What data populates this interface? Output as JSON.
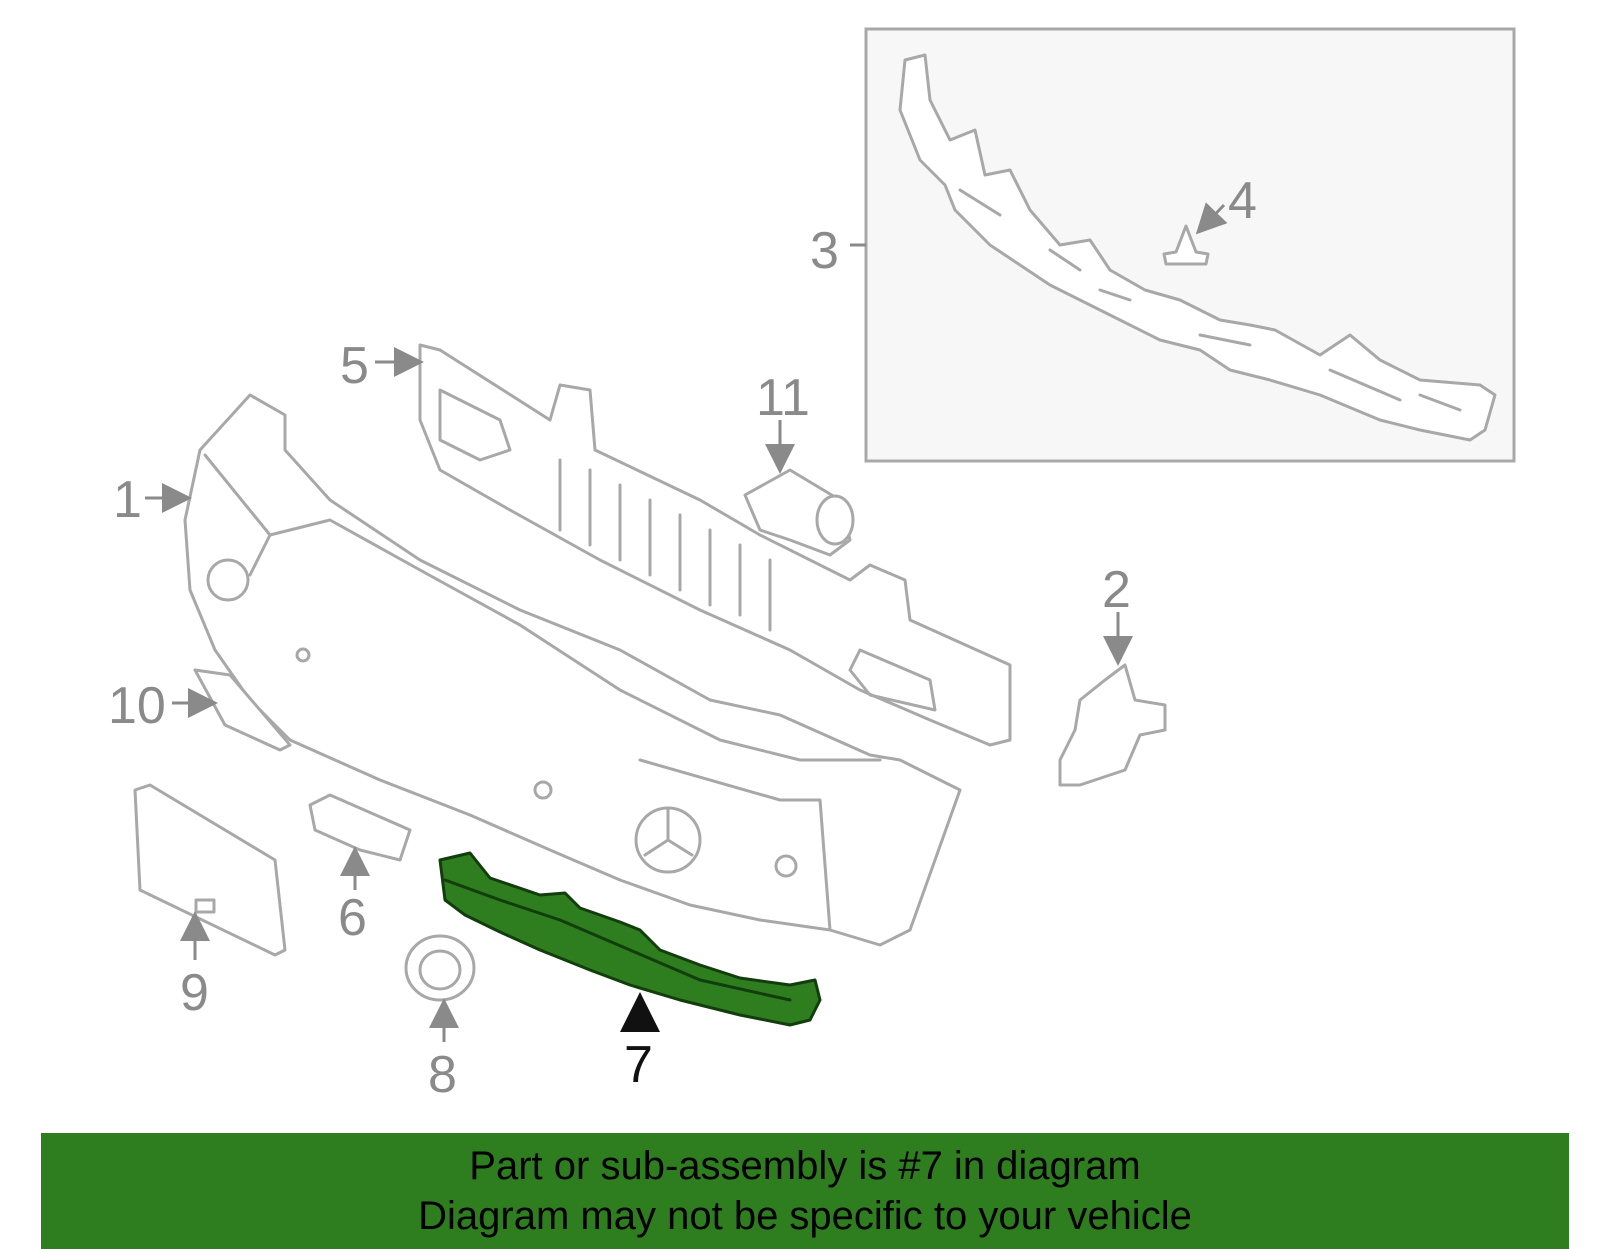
{
  "diagram": {
    "callouts": [
      "1",
      "2",
      "3",
      "4",
      "5",
      "6",
      "7",
      "8",
      "9",
      "10",
      "11"
    ],
    "highlighted_callout": "7",
    "highlight_color": "#2e7d1f",
    "part_outline_color": "#a8a8a8"
  },
  "banner": {
    "line1": "Part or sub-assembly is #7 in diagram",
    "line2": "Diagram may not be specific to your vehicle",
    "background_color": "#2e7d1f"
  }
}
